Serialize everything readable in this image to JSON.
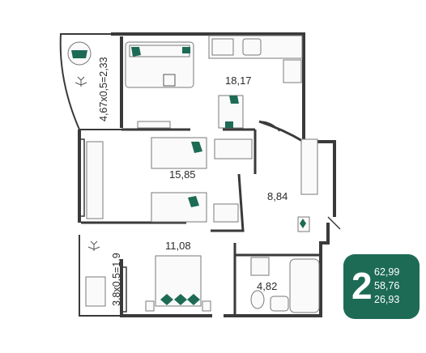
{
  "rooms": [
    {
      "id": "kitchen_living",
      "area": "18,17"
    },
    {
      "id": "bedroom_1",
      "area": "15,85"
    },
    {
      "id": "hallway",
      "area": "8,84"
    },
    {
      "id": "bedroom_2",
      "area": "11,08"
    },
    {
      "id": "bathroom",
      "area": "4,82"
    }
  ],
  "balconies": [
    {
      "id": "balcony_top",
      "label": "4,67x0,5=2,33"
    },
    {
      "id": "balcony_bottom",
      "label": "3,8x0,5=1,9"
    }
  ],
  "badge": {
    "room_count": "2",
    "total_area": "62,99",
    "living_area": "58,76",
    "other_area": "26,93"
  },
  "colors": {
    "accent": "#1e6b55",
    "wall": "#3a3a3a",
    "furniture": "#9a9a9a"
  }
}
